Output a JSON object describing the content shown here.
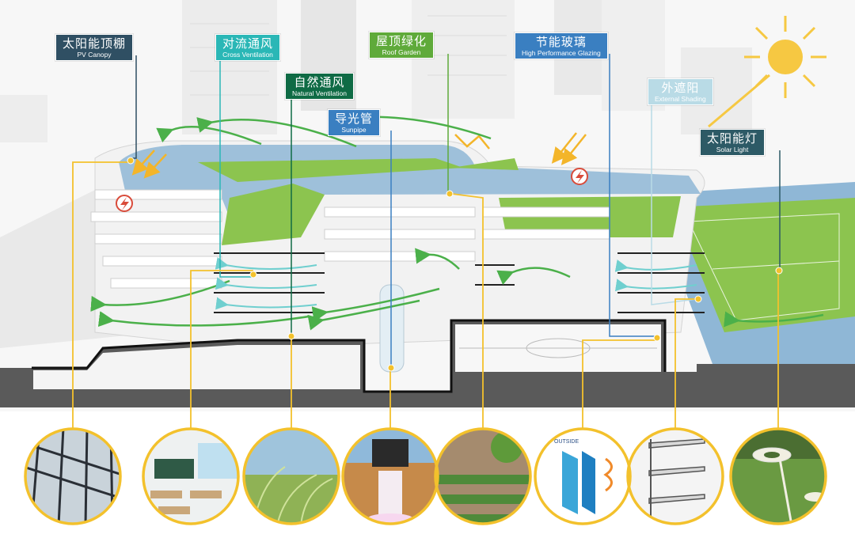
{
  "labels": [
    {
      "key": "pv_canopy",
      "zh": "太阳能顶棚",
      "en": "PV Canopy",
      "color": "#2f4f63"
    },
    {
      "key": "cross_ventilation",
      "zh": "对流通风",
      "en": "Cross Ventilation",
      "color": "#2ab7b6"
    },
    {
      "key": "natural_ventilation",
      "zh": "自然通风",
      "en": "Natural Ventilation",
      "color": "#0f6b45"
    },
    {
      "key": "roof_garden",
      "zh": "屋顶绿化",
      "en": "Roof Garden",
      "color": "#5faa3a"
    },
    {
      "key": "sunpipe",
      "zh": "导光管",
      "en": "Sunpipe",
      "color": "#3a7fc1"
    },
    {
      "key": "high_performance_glazing",
      "zh": "节能玻璃",
      "en": "High Performance Glazing",
      "color": "#3a7fc1"
    },
    {
      "key": "external_shading",
      "zh": "外遮阳",
      "en": "External Shading",
      "color": "#b9dbe6"
    },
    {
      "key": "solar_light",
      "zh": "太阳能灯",
      "en": "Solar Light",
      "color": "#2d5a66"
    }
  ],
  "photos": [
    {
      "key": "pv-panel-photo",
      "icon": "solar-panel-grid"
    },
    {
      "key": "classroom-photo",
      "icon": "classroom"
    },
    {
      "key": "grass-wind-photo",
      "icon": "grass"
    },
    {
      "key": "sunpipe-photo",
      "icon": "light-tube"
    },
    {
      "key": "green-wall-photo",
      "icon": "green-wall"
    },
    {
      "key": "glazing-diagram",
      "icon": "glazing",
      "text": "OUTSIDE"
    },
    {
      "key": "shading-diagram",
      "icon": "shading"
    },
    {
      "key": "solar-lamp-photo",
      "icon": "solar-lamp"
    }
  ],
  "colors": {
    "callout_line": "#f3c12c",
    "ventilation_arrow": "#4bb04a",
    "cross_arrow": "#7fd3d0",
    "sun": "#f6c842",
    "track": "#8fb7d6",
    "lawn": "#8cc44f",
    "ground": "#555555"
  }
}
